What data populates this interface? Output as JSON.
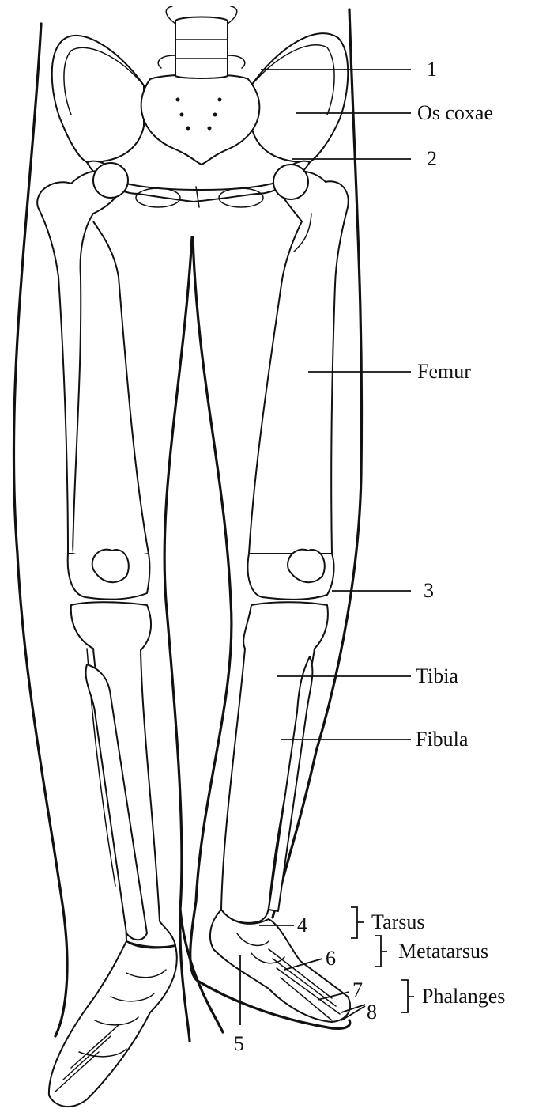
{
  "diagram": {
    "labels": {
      "n1": "1",
      "os_coxae": "Os coxae",
      "n2": "2",
      "femur": "Femur",
      "n3": "3",
      "tibia": "Tibia",
      "fibula": "Fibula",
      "n4": "4",
      "tarsus": "Tarsus",
      "n5": "5",
      "n6": "6",
      "metatarsus": "Metatarsus",
      "n7": "7",
      "n8": "8",
      "phalanges": "Phalanges"
    }
  }
}
